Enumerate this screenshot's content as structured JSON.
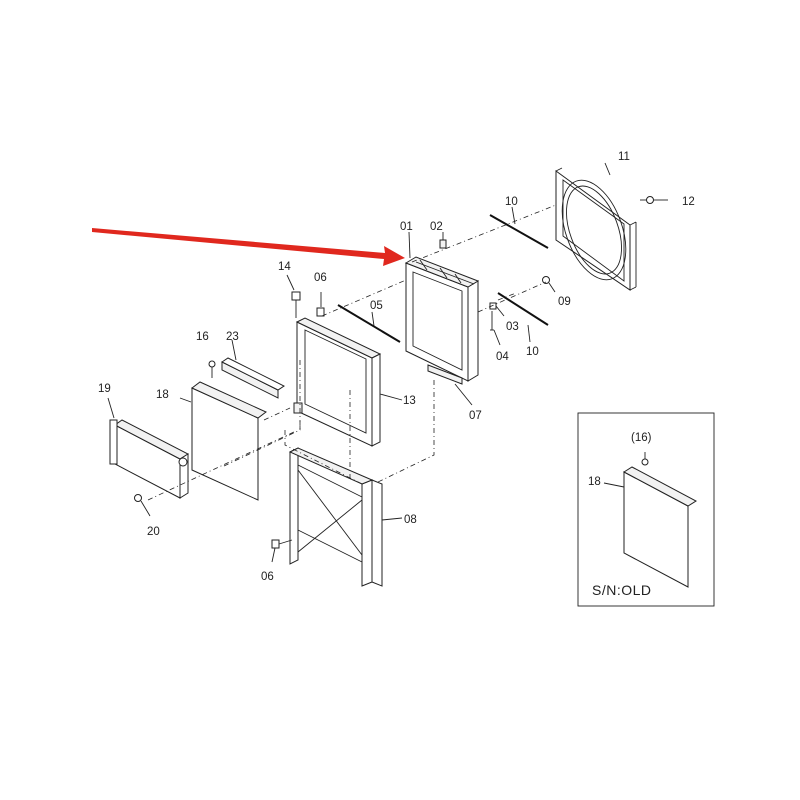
{
  "part_labels": {
    "p01": "01",
    "p02": "02",
    "p03": "03",
    "p04": "04",
    "p05": "05",
    "p06a": "06",
    "p06b": "06",
    "p07": "07",
    "p08": "08",
    "p09": "09",
    "p10a": "10",
    "p10b": "10",
    "p11": "11",
    "p12": "12",
    "p13": "13",
    "p14": "14",
    "p16": "16",
    "p18": "18",
    "p19": "19",
    "p20": "20",
    "p23": "23"
  },
  "inset": {
    "label_16": "(16)",
    "label_18": "18",
    "caption": "S/N:OLD"
  },
  "colors": {
    "arrow": "#e0281e",
    "line": "#222222"
  }
}
